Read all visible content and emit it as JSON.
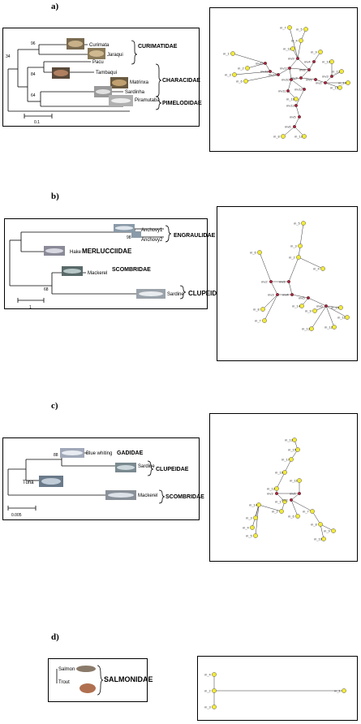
{
  "panels": {
    "a": {
      "letter": "a)",
      "taxa": [
        "Curimata",
        "Jaraqui",
        "Pacu",
        "Tambaqui",
        "Matrinxa",
        "Sardinha",
        "Piramutaba"
      ],
      "families": [
        "CURIMATIDAE",
        "CHARACIDAE",
        "PIMELODIDAE"
      ],
      "bootstrap": [
        "96",
        "34",
        "84",
        "64"
      ],
      "scale": "0.1",
      "net_labels": [
        "m_7",
        "m_5",
        "m_4",
        "m_11",
        "m_1",
        "m_2",
        "m_3",
        "m_6",
        "m_9",
        "m_10",
        "m_13",
        "m_14",
        "m_15",
        "m_16",
        "m_8",
        "m_12",
        "mv15",
        "mv16",
        "mv14",
        "mv17",
        "mv9",
        "mv10",
        "mv11",
        "mv12",
        "mv13",
        "mv5",
        "mv6",
        "mv7",
        "mv8",
        "mv1",
        "mv2",
        "mv3",
        "mv4"
      ]
    },
    "b": {
      "letter": "b)",
      "taxa": [
        "Anchovy1",
        "Anchovy2",
        "Hake",
        "Mackerel",
        "Sardine"
      ],
      "families": [
        "ENGRAULIDAE",
        "MERLUCCIIDAE",
        "SCOMBRIDAE",
        "CLUPEIDAE"
      ],
      "bootstrap": [
        "98",
        "68"
      ],
      "scale": "1",
      "net_labels": [
        "m_5",
        "m_3",
        "m_2",
        "m_6",
        "m_4",
        "m_8",
        "m_7",
        "m_9",
        "m_10",
        "m_11",
        "m_12",
        "m_13",
        "m_14",
        "mv1",
        "mv2",
        "mv3",
        "mv4",
        "mv5",
        "mv6"
      ]
    },
    "c": {
      "letter": "c)",
      "taxa": [
        "Blue whiting",
        "Sardine",
        "Tuna",
        "Mackerel"
      ],
      "families": [
        "GADIDAE",
        "CLUPEIDAE",
        "SCOMBRIDAE"
      ],
      "bootstrap": [
        "88"
      ],
      "scale": "0.005",
      "net_labels": [
        "m_13",
        "m_15",
        "m_17",
        "m_16",
        "m_12",
        "m_1",
        "m_2",
        "m_3",
        "m_4",
        "m_5",
        "m_6",
        "m_7",
        "m_8",
        "m_9",
        "m_10",
        "m_11",
        "m_14",
        "mv3",
        "mv1",
        "mv2"
      ]
    },
    "d": {
      "letter": "d)",
      "taxa": [
        "Salmon",
        "Trout"
      ],
      "families": [
        "SALMONIDAE"
      ],
      "net_labels": [
        "m_4",
        "m_2",
        "m_3",
        "m_1"
      ]
    }
  },
  "colors": {
    "node_fill": "#f2ea3a",
    "median_fill": "#b0203a",
    "edge": "#333333"
  }
}
